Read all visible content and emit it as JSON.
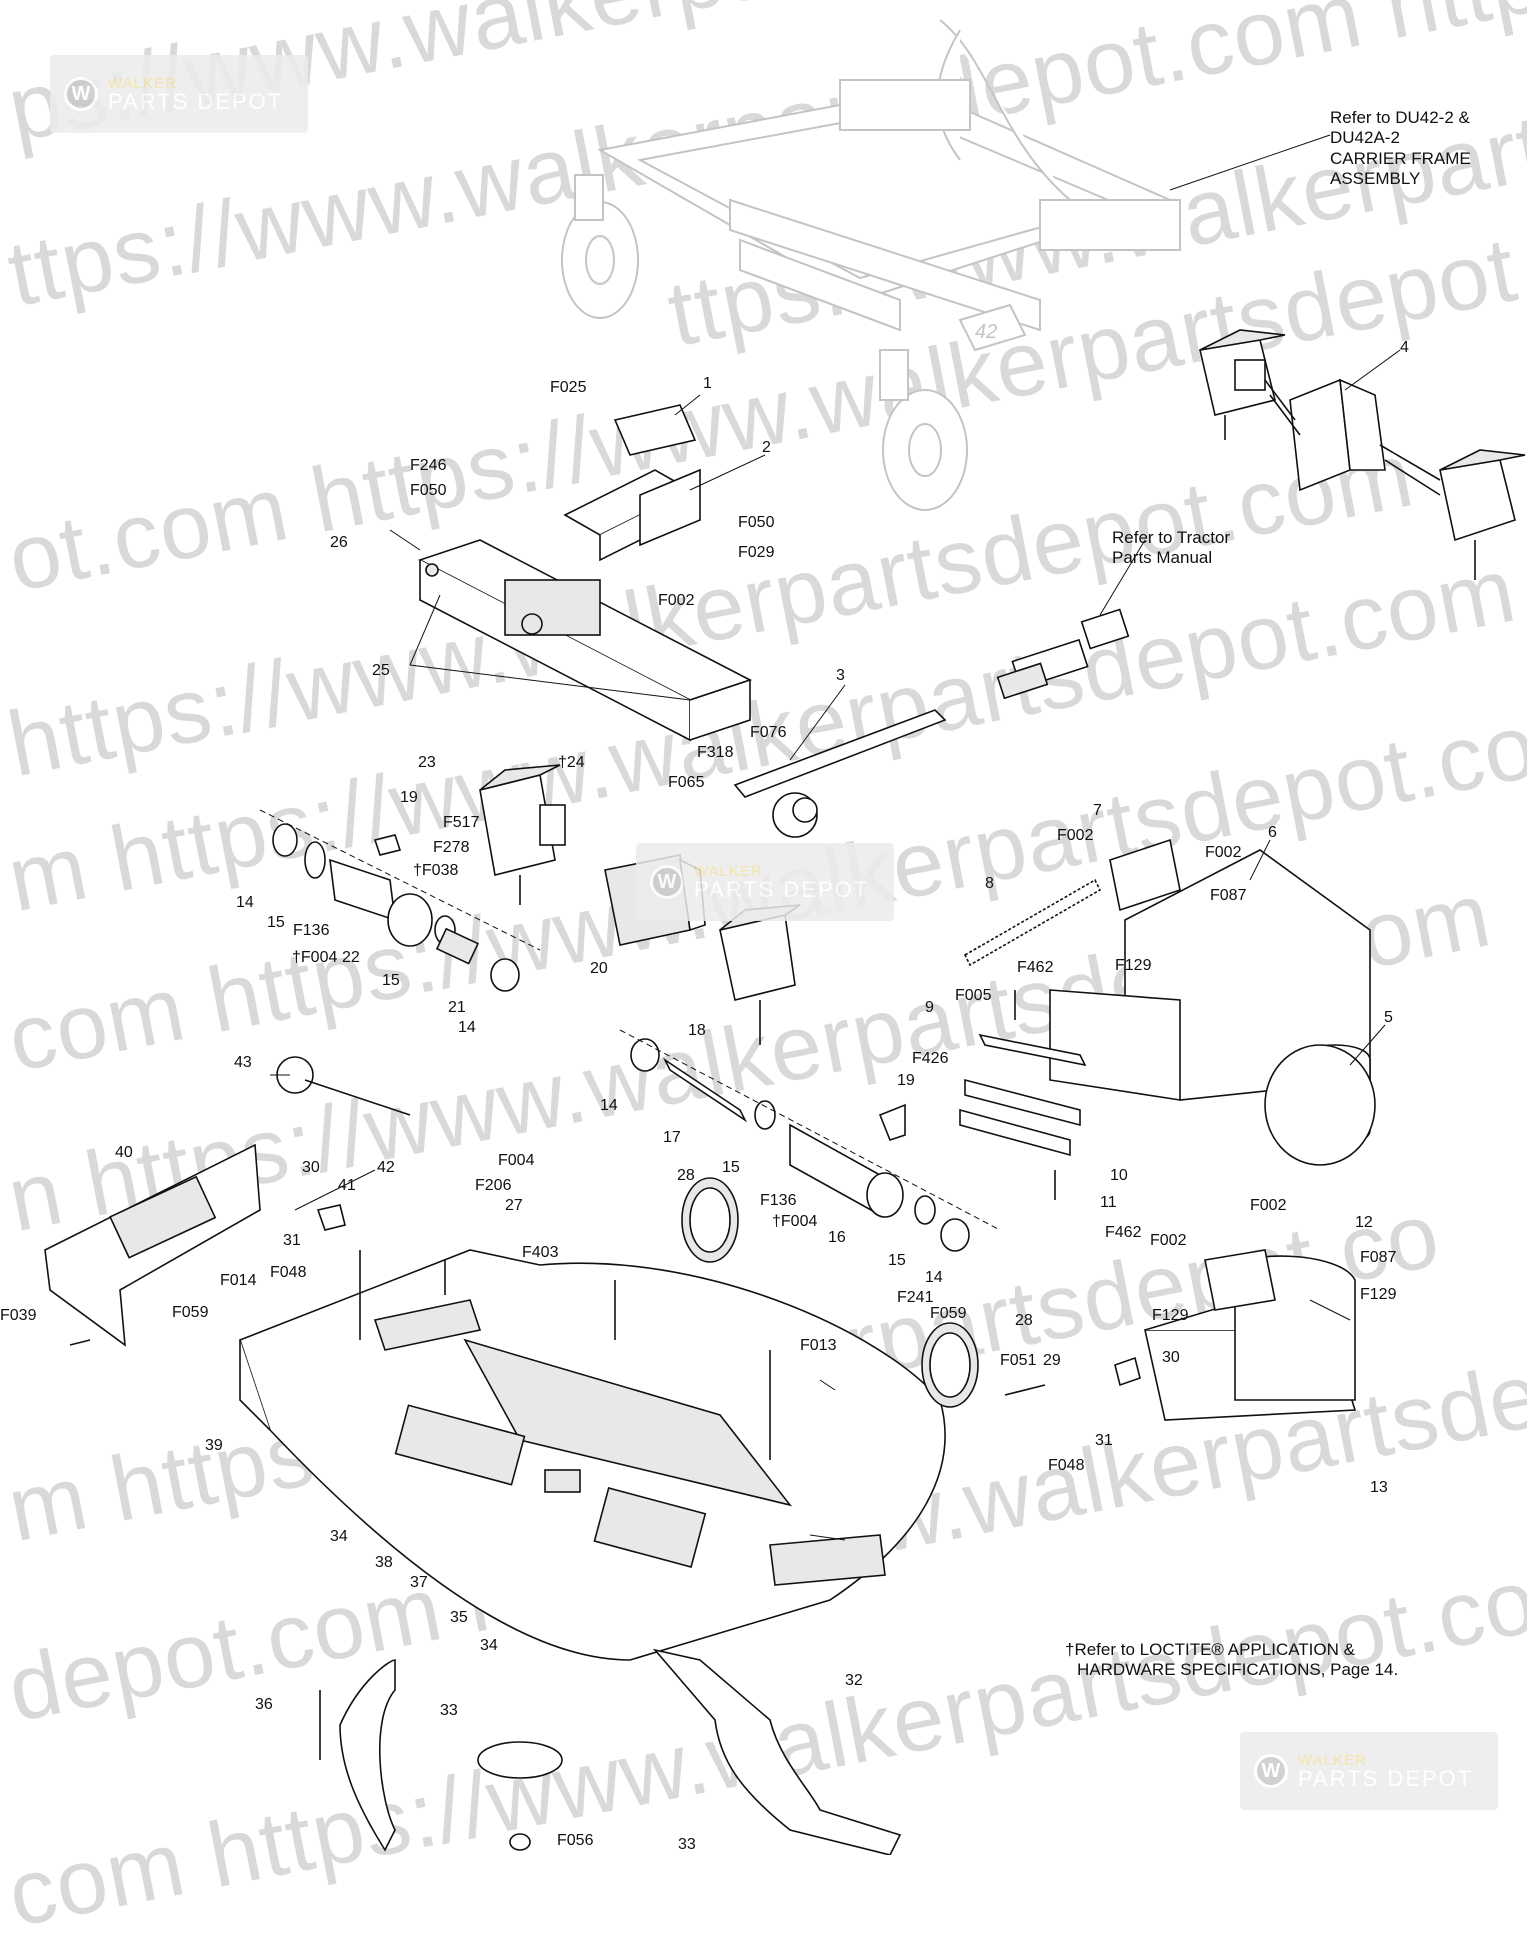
{
  "watermark": {
    "url_fragments": [
      "ps://www.walkerpartsdepot.com  https",
      "ttps://www.walkerpartsdepot.com  http",
      "ttps://www.walkerpartsdepot.co",
      "ot.com  https://www.walkerpartsdepot.com",
      "https://www.walkerpartsdepot.com",
      "m  https://www.walkerpartsdepot.com",
      "com  https://www.walkerpartsdepot.com  htt",
      "n  https://www.walkerpartsdepot.com",
      "m  https://www.walkerpartsdepot.co",
      "depot.com  https://www.walkerpartsdepot.com",
      "com  https://www.walkerpartsdepot.com"
    ],
    "logo_line1": "WALKER",
    "logo_line2": "PARTS DEPOT",
    "logo_mark": "W",
    "color": "#d9d9d9"
  },
  "notes": {
    "carrier_ref_line1": "Refer to DU42-2 & DU42A-2",
    "carrier_ref_line2": "CARRIER FRAME ASSEMBLY",
    "tractor_ref_line1": "Refer to Tractor",
    "tractor_ref_line2": "Parts Manual",
    "loctite_line1": "†Refer to LOCTITE® APPLICATION &",
    "loctite_line2": "HARDWARE SPECIFICATIONS, Page 14."
  },
  "carrier_number": "42",
  "callouts": [
    {
      "id": "c-1",
      "text": "1"
    },
    {
      "id": "c-2",
      "text": "2"
    },
    {
      "id": "c-3",
      "text": "3"
    },
    {
      "id": "c-4",
      "text": "4"
    },
    {
      "id": "c-5",
      "text": "5"
    },
    {
      "id": "c-6",
      "text": "6"
    },
    {
      "id": "c-7",
      "text": "7"
    },
    {
      "id": "c-8",
      "text": "8"
    },
    {
      "id": "c-9",
      "text": "9"
    },
    {
      "id": "c-10",
      "text": "10"
    },
    {
      "id": "c-11",
      "text": "11"
    },
    {
      "id": "c-12",
      "text": "12"
    },
    {
      "id": "c-13",
      "text": "13"
    },
    {
      "id": "c-14a",
      "text": "14"
    },
    {
      "id": "c-14b",
      "text": "14"
    },
    {
      "id": "c-14c",
      "text": "14"
    },
    {
      "id": "c-14d",
      "text": "14"
    },
    {
      "id": "c-15a",
      "text": "15"
    },
    {
      "id": "c-15b",
      "text": "15"
    },
    {
      "id": "c-15c",
      "text": "15"
    },
    {
      "id": "c-15d",
      "text": "15"
    },
    {
      "id": "c-16",
      "text": "16"
    },
    {
      "id": "c-17",
      "text": "17"
    },
    {
      "id": "c-18",
      "text": "18"
    },
    {
      "id": "c-19a",
      "text": "19"
    },
    {
      "id": "c-19b",
      "text": "19"
    },
    {
      "id": "c-20",
      "text": "20"
    },
    {
      "id": "c-21",
      "text": "21"
    },
    {
      "id": "c-22",
      "text": "22"
    },
    {
      "id": "c-23",
      "text": "23"
    },
    {
      "id": "c-24",
      "text": "†24"
    },
    {
      "id": "c-25",
      "text": "25"
    },
    {
      "id": "c-26",
      "text": "26"
    },
    {
      "id": "c-27",
      "text": "27"
    },
    {
      "id": "c-28a",
      "text": "28"
    },
    {
      "id": "c-28b",
      "text": "28"
    },
    {
      "id": "c-29",
      "text": "29"
    },
    {
      "id": "c-30a",
      "text": "30"
    },
    {
      "id": "c-30b",
      "text": "30"
    },
    {
      "id": "c-31a",
      "text": "31"
    },
    {
      "id": "c-31b",
      "text": "31"
    },
    {
      "id": "c-32",
      "text": "32"
    },
    {
      "id": "c-33a",
      "text": "33"
    },
    {
      "id": "c-33b",
      "text": "33"
    },
    {
      "id": "c-34a",
      "text": "34"
    },
    {
      "id": "c-34b",
      "text": "34"
    },
    {
      "id": "c-35",
      "text": "35"
    },
    {
      "id": "c-36",
      "text": "36"
    },
    {
      "id": "c-37",
      "text": "37"
    },
    {
      "id": "c-38",
      "text": "38"
    },
    {
      "id": "c-39",
      "text": "39"
    },
    {
      "id": "c-40",
      "text": "40"
    },
    {
      "id": "c-41",
      "text": "41"
    },
    {
      "id": "c-42",
      "text": "42"
    },
    {
      "id": "c-43",
      "text": "43"
    },
    {
      "id": "c-F002a",
      "text": "F002"
    },
    {
      "id": "c-F002b",
      "text": "F002"
    },
    {
      "id": "c-F002c",
      "text": "F002"
    },
    {
      "id": "c-F002d",
      "text": "F002"
    },
    {
      "id": "c-F002e",
      "text": "F002"
    },
    {
      "id": "c-F004a",
      "text": "†F004"
    },
    {
      "id": "c-F004b",
      "text": "F004"
    },
    {
      "id": "c-F004c",
      "text": "†F004"
    },
    {
      "id": "c-F005",
      "text": "F005"
    },
    {
      "id": "c-F013",
      "text": "F013"
    },
    {
      "id": "c-F014",
      "text": "F014"
    },
    {
      "id": "c-F025",
      "text": "F025"
    },
    {
      "id": "c-F029",
      "text": "F029"
    },
    {
      "id": "c-F038",
      "text": "†F038"
    },
    {
      "id": "c-F039",
      "text": "F039"
    },
    {
      "id": "c-F048a",
      "text": "F048"
    },
    {
      "id": "c-F048b",
      "text": "F048"
    },
    {
      "id": "c-F050a",
      "text": "F050"
    },
    {
      "id": "c-F050b",
      "text": "F050"
    },
    {
      "id": "c-F051",
      "text": "F051"
    },
    {
      "id": "c-F056",
      "text": "F056"
    },
    {
      "id": "c-F059a",
      "text": "F059"
    },
    {
      "id": "c-F059b",
      "text": "F059"
    },
    {
      "id": "c-F065",
      "text": "F065"
    },
    {
      "id": "c-F076",
      "text": "F076"
    },
    {
      "id": "c-F087a",
      "text": "F087"
    },
    {
      "id": "c-F087b",
      "text": "F087"
    },
    {
      "id": "c-F129a",
      "text": "F129"
    },
    {
      "id": "c-F129b",
      "text": "F129"
    },
    {
      "id": "c-F129c",
      "text": "F129"
    },
    {
      "id": "c-F136a",
      "text": "F136"
    },
    {
      "id": "c-F136b",
      "text": "F136"
    },
    {
      "id": "c-F206",
      "text": "F206"
    },
    {
      "id": "c-F241",
      "text": "F241"
    },
    {
      "id": "c-F246",
      "text": "F246"
    },
    {
      "id": "c-F278",
      "text": "F278"
    },
    {
      "id": "c-F318",
      "text": "F318"
    },
    {
      "id": "c-F403",
      "text": "F403"
    },
    {
      "id": "c-F426",
      "text": "F426"
    },
    {
      "id": "c-F462a",
      "text": "F462"
    },
    {
      "id": "c-F462b",
      "text": "F462"
    },
    {
      "id": "c-F517",
      "text": "F517"
    }
  ]
}
